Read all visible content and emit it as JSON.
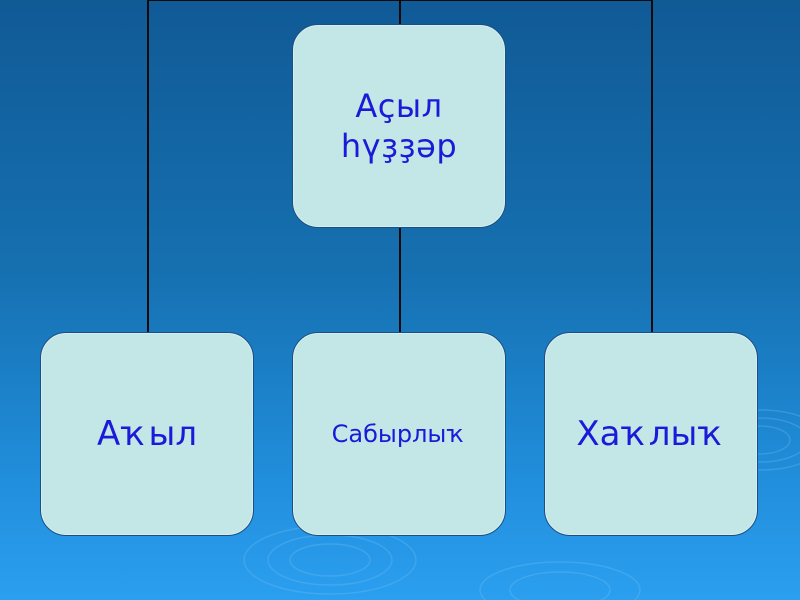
{
  "diagram": {
    "top_node": {
      "line1": "Аҫыл",
      "line2": "һүҙҙәр"
    },
    "children": [
      {
        "label": "Аҡыл"
      },
      {
        "label": "Сабырлыҡ"
      },
      {
        "label": "Хаҡлыҡ"
      }
    ]
  },
  "colors": {
    "background_top": "#105a96",
    "background_bottom": "#2b9ff0",
    "box_fill": "#c3e6e6",
    "box_text": "#1a1ad8",
    "connector": "#0a0a0a"
  }
}
